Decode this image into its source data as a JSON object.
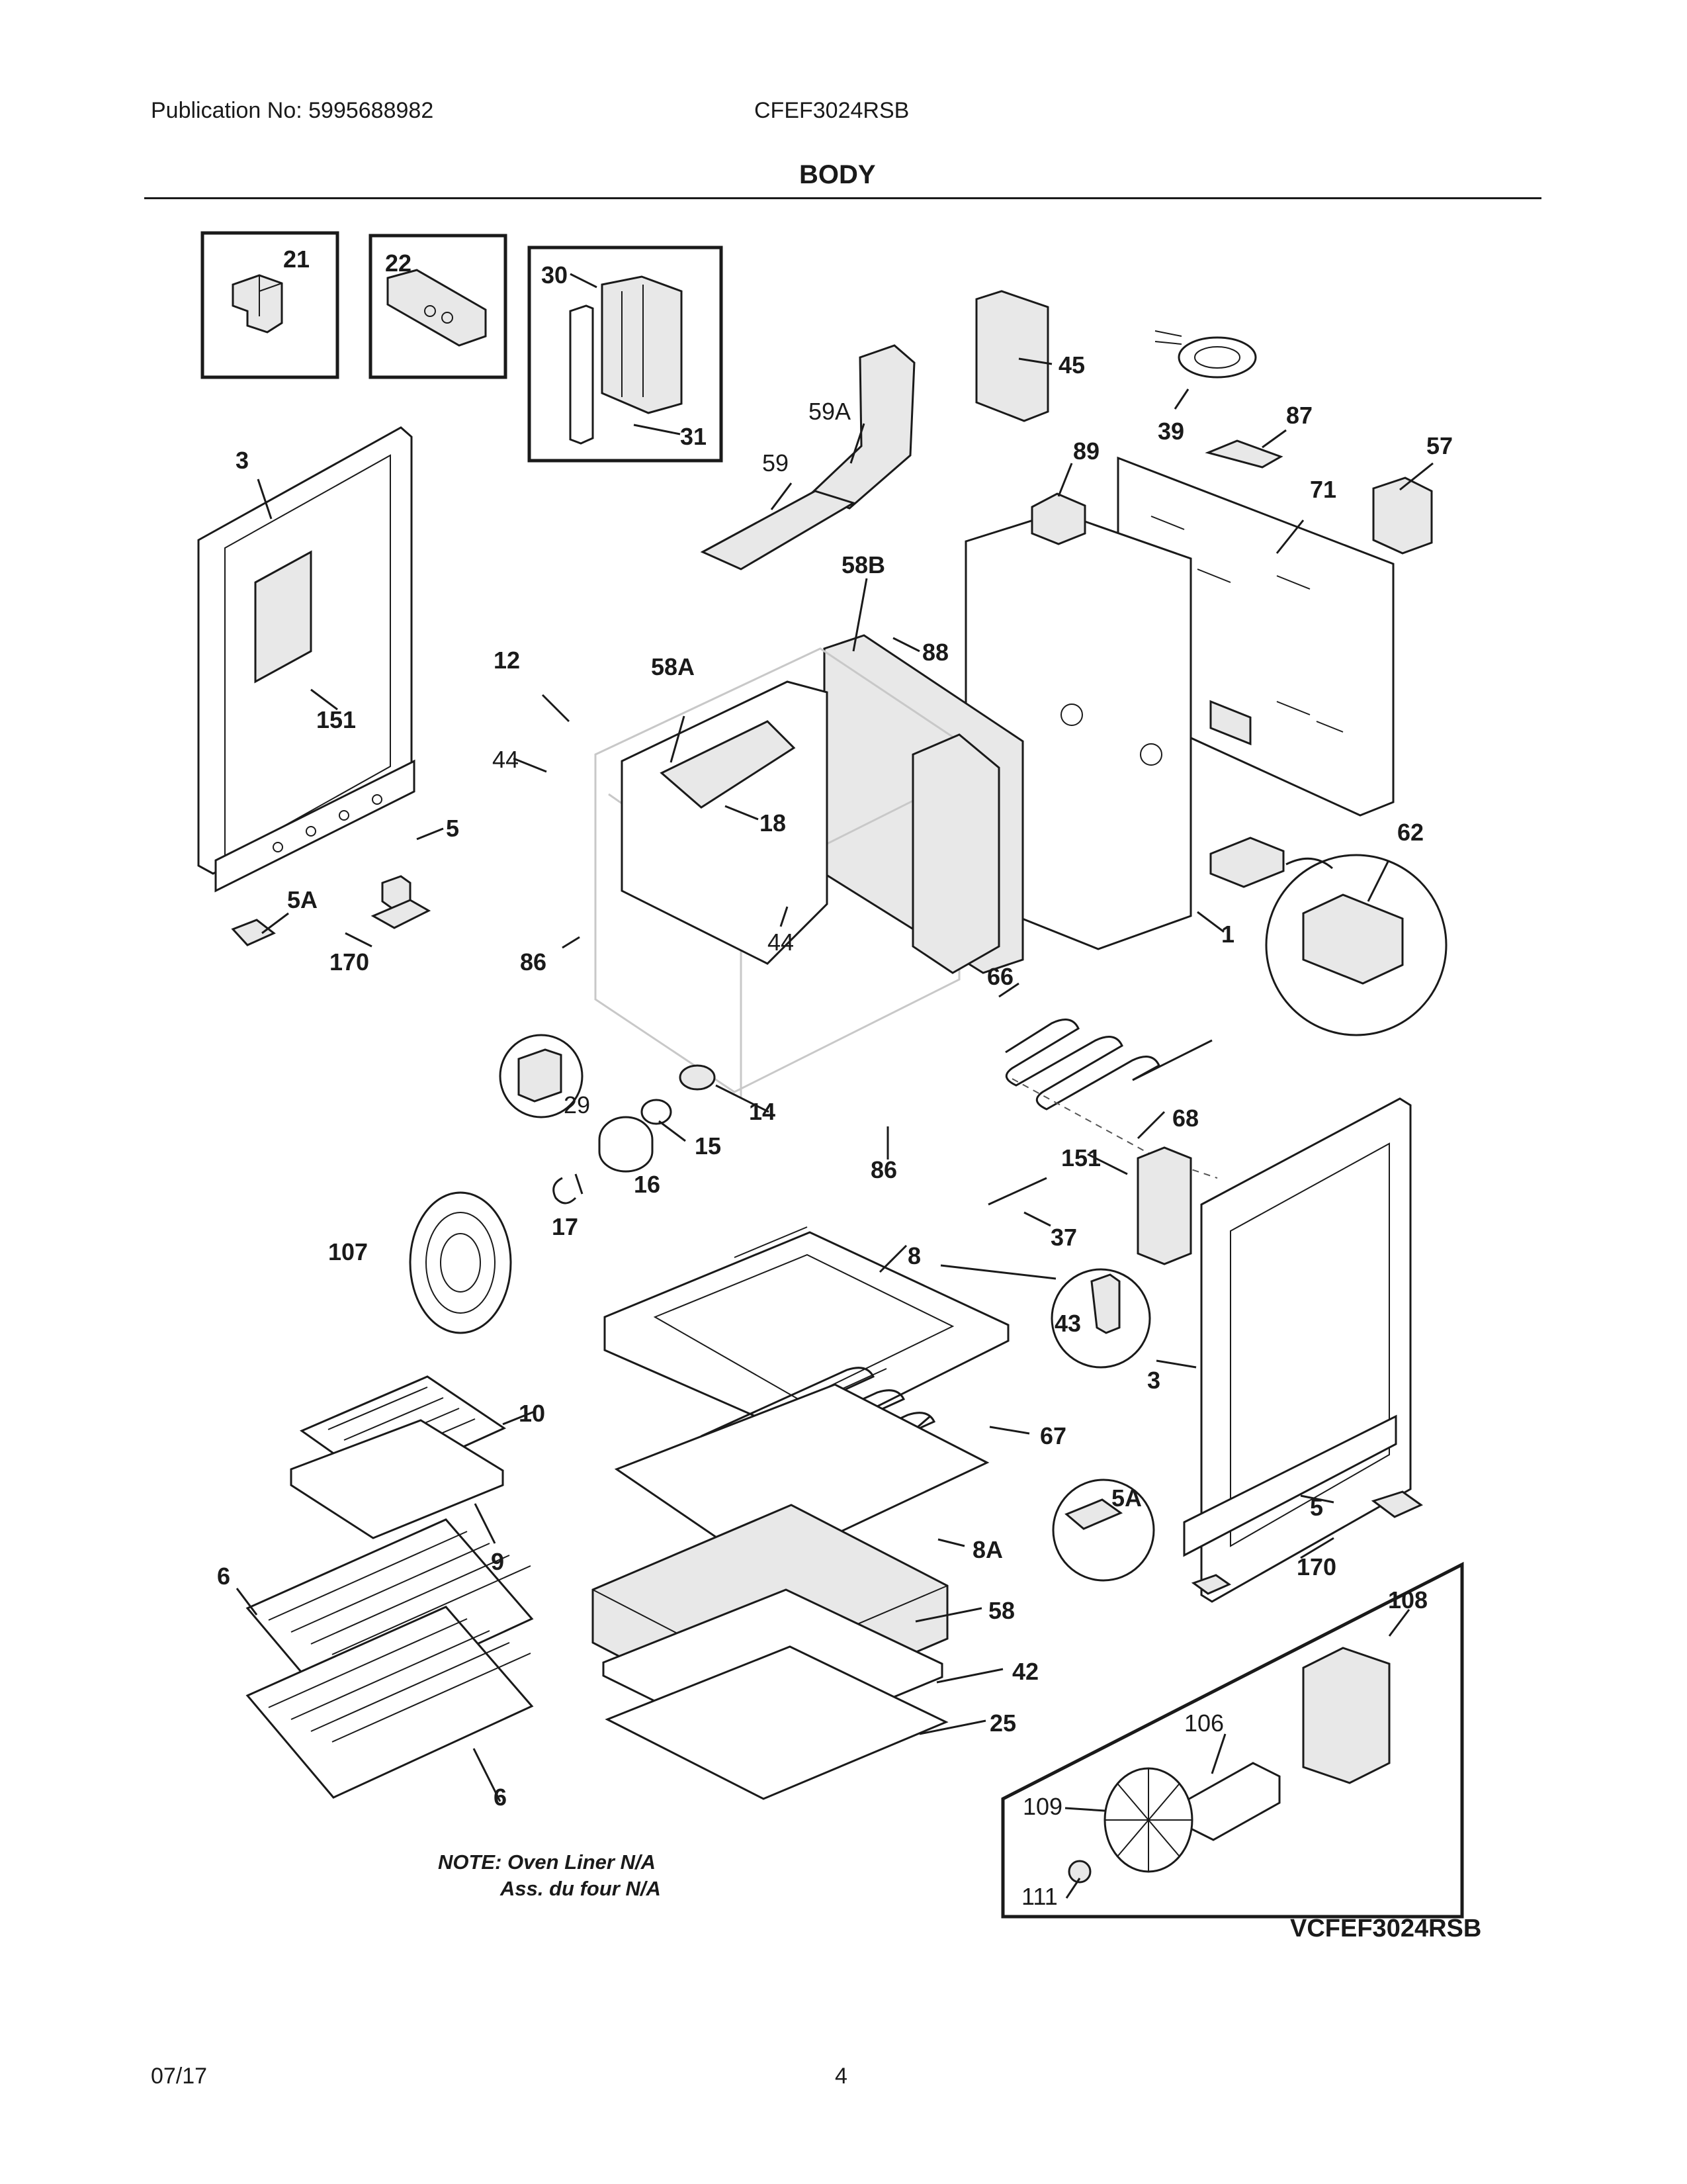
{
  "header": {
    "publication": "Publication No: 5995688982",
    "model": "CFEF3024RSB",
    "section": "BODY"
  },
  "parts": {
    "p21": "21",
    "p22": "22",
    "p30": "30",
    "p31": "31",
    "p45": "45",
    "p39": "39",
    "p87": "87",
    "p57": "57",
    "p59A": "59A",
    "p59": "59",
    "p89": "89",
    "p71": "71",
    "p3_left": "3",
    "p58B": "58B",
    "p88": "88",
    "p12": "12",
    "p58A": "58A",
    "p151_left": "151",
    "p44_a": "44",
    "p18": "18",
    "p62": "62",
    "p5_left": "5",
    "p44_b": "44",
    "p1": "1",
    "p5A_left": "5A",
    "p170_left": "170",
    "p86_a": "86",
    "p66": "66",
    "p29": "29",
    "p14": "14",
    "p15": "15",
    "p16": "16",
    "p86_b": "86",
    "p68": "68",
    "p151_right": "151",
    "p37": "37",
    "p17": "17",
    "p107": "107",
    "p8": "8",
    "p43": "43",
    "p3_right": "3",
    "p10": "10",
    "p67": "67",
    "p9": "9",
    "p8A": "8A",
    "p5A_right": "5A",
    "p5_right": "5",
    "p6_top": "6",
    "p170_right": "170",
    "p108": "108",
    "p58": "58",
    "p42": "42",
    "p25": "25",
    "p106": "106",
    "p6_bottom": "6",
    "p109": "109",
    "p111": "111"
  },
  "note": {
    "line1": "NOTE: Oven Liner N/A",
    "line2": "Ass. du four N/A"
  },
  "variant_code": "VCFEF3024RSB",
  "footer": {
    "date": "07/17",
    "page": "4"
  }
}
